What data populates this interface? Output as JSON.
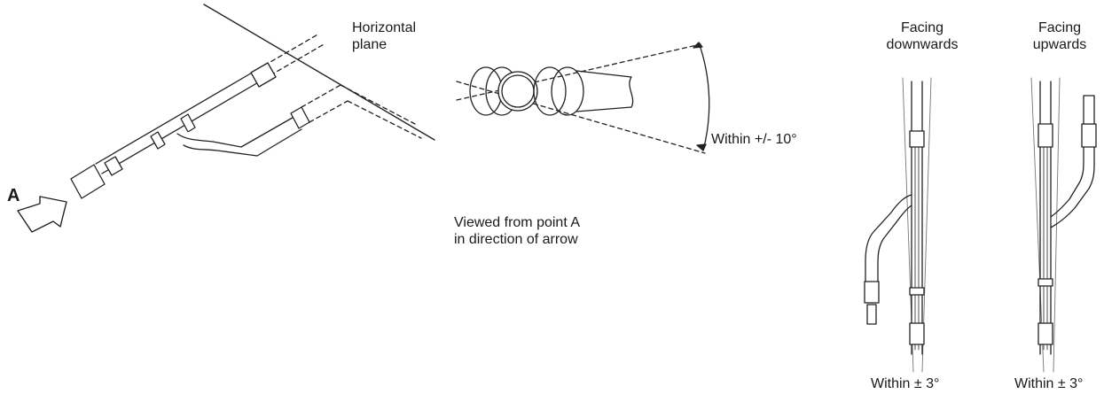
{
  "labels": {
    "view_point": "A",
    "horizontal_plane": [
      "Horizontal",
      "plane"
    ],
    "angle_within": "Within +/- 10°",
    "viewed_from": [
      "Viewed from point A",
      "in direction of arrow"
    ],
    "facing_down": [
      "Facing",
      "downwards"
    ],
    "facing_up": [
      "Facing",
      "upwards"
    ],
    "within_down": "Within ± 3°",
    "within_up": "Within ± 3°"
  }
}
